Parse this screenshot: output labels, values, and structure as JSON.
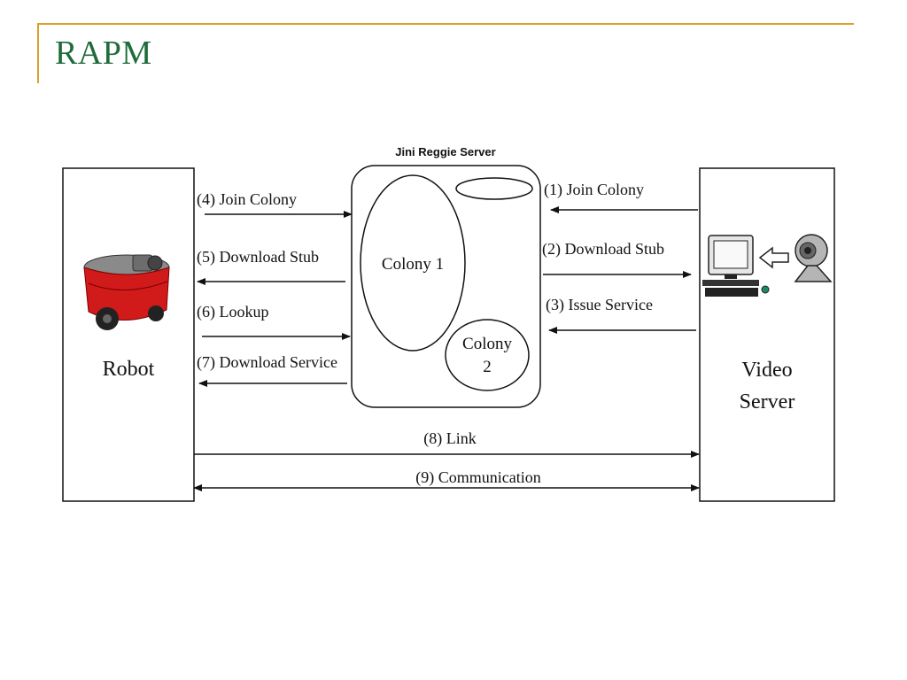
{
  "slide": {
    "title": "RAPM"
  },
  "diagram": {
    "server_label": "Jini Reggie Server",
    "colony1": "Colony 1",
    "colony2_line1": "Colony",
    "colony2_line2": "2",
    "robot_label": "Robot",
    "video_server_line1": "Video",
    "video_server_line2": "Server",
    "steps": {
      "s1": "(1) Join Colony",
      "s2": "(2) Download Stub",
      "s3": "(3) Issue Service",
      "s4": "(4) Join Colony",
      "s5": "(5) Download Stub",
      "s6": "(6) Lookup",
      "s7": "(7) Download Service",
      "s8": "(8) Link",
      "s9": "(9) Communication"
    },
    "icons": [
      "robot-icon",
      "computer-icon",
      "webcam-icon",
      "left-hollow-arrow-icon"
    ]
  }
}
